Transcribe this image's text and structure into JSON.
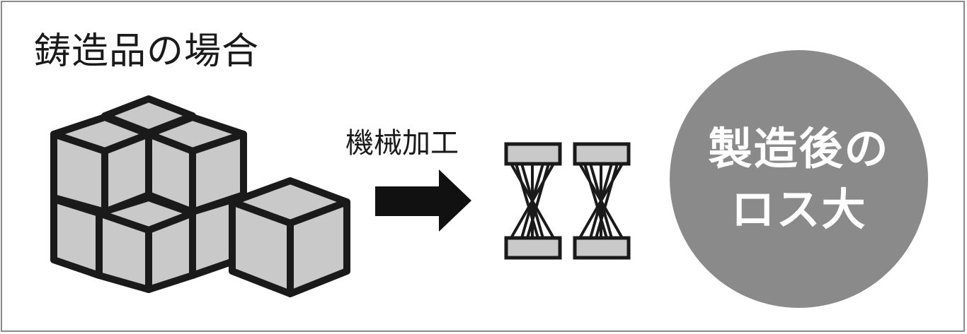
{
  "title": "鋳造品の場合",
  "process_label": "機械加工",
  "result": {
    "line1": "製造後の",
    "line2": "ロス大"
  },
  "icons": {
    "blocks": "stacked-cubes-icon",
    "arrow": "right-arrow-icon",
    "parts": "machined-part-icon"
  },
  "colors": {
    "cube_face": "#c8c9c8",
    "outline": "#1a1a1a",
    "circle": "#8a8a8a",
    "frame": "#8a8a8a"
  }
}
